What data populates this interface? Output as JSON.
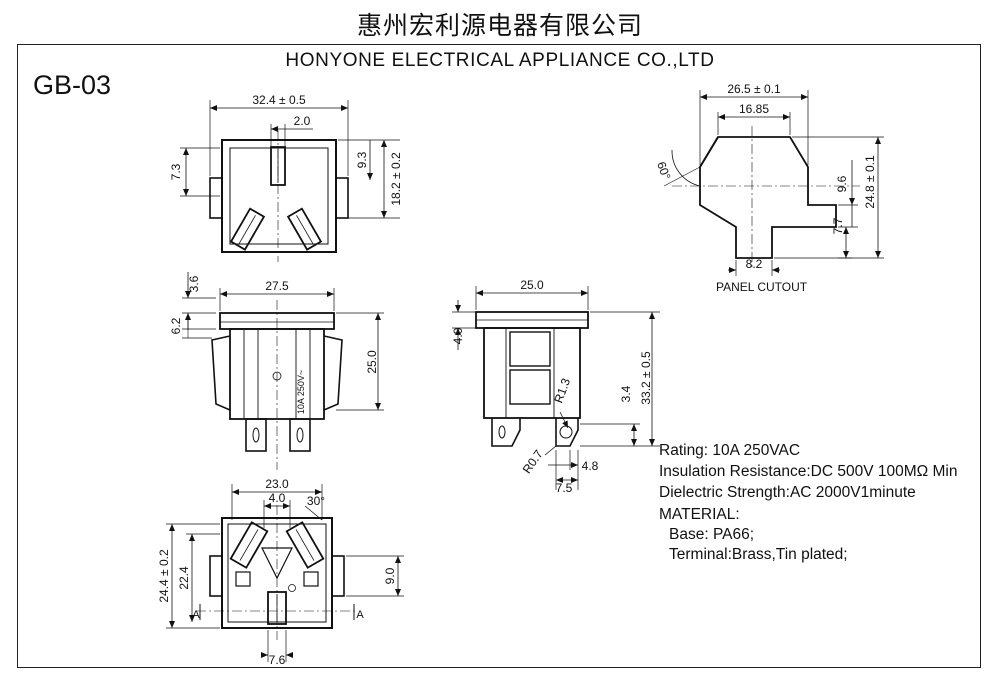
{
  "header": {
    "company_cn": "惠州宏利源电器有限公司",
    "company_en": "HONYONE  ELECTRICAL  APPLIANCE  CO.,LTD",
    "model": "GB-03"
  },
  "specs": {
    "rating": "Rating: 10A 250VAC",
    "insulation": "Insulation Resistance:DC 500V 100MΩ  Min",
    "dielectric": "Dielectric Strength:AC 2000V1minute",
    "material_heading": "MATERIAL:",
    "base": "Base: PA66;",
    "terminal": "Terminal:Brass,Tin plated;"
  },
  "panel_cutout": {
    "caption": "PANEL CUTOUT",
    "dim_width": "26.5 ± 0.1",
    "dim_inner_width": "16.85",
    "dim_height": "24.8 ± 0.1",
    "dim_mid": "9.6",
    "dim_lower": "7.7",
    "dim_neck": "8.2",
    "angle": "60°"
  },
  "front_view": {
    "dim_width": "32.4 ± 0.5",
    "dim_pin": "2.0",
    "dim_left": "7.3",
    "dim_right": "9.3",
    "dim_height": "18.2 ± 0.2"
  },
  "side_view": {
    "dim_top_offset": "3.6",
    "dim_width": "27.5",
    "dim_flange": "6.2",
    "dim_height": "25.0",
    "marking": "10A  250V~"
  },
  "profile_view": {
    "dim_width": "25.0",
    "dim_top": "4.0",
    "dim_total": "33.2 ± 0.5",
    "dim_pin": "3.4",
    "radius_big": "R1.3",
    "radius_small": "R0.7",
    "dim_a": "4.8",
    "dim_b": "7.5"
  },
  "bottom_view": {
    "dim_width": "23.0",
    "dim_pin": "4.0",
    "angle": "30°",
    "dim_outer": "24.4 ± 0.2",
    "dim_inner": "22.4",
    "dim_right": "9.0",
    "dim_bottom": "7.6",
    "section_mark": "A"
  }
}
